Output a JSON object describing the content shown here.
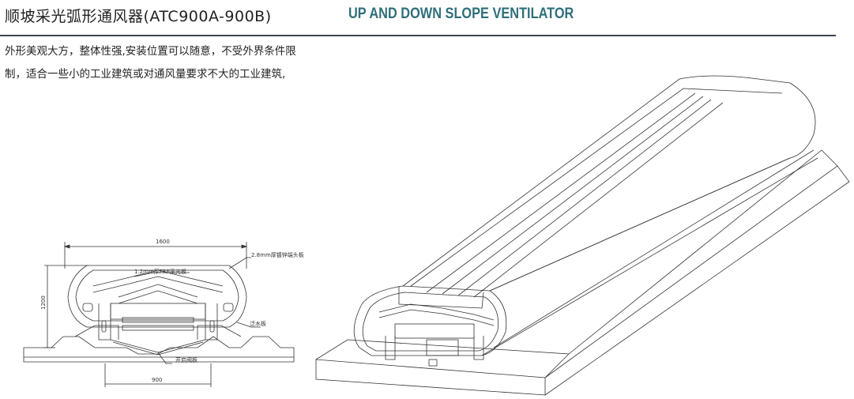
{
  "title": {
    "cn": "顺坡采光弧形通风器(ATC900A-900B)",
    "en": "UP AND DOWN SLOPE VENTILATOR"
  },
  "description": {
    "line1": "外形美观大方，整体性强,安装位置可以随意，不受外界条件限",
    "line2": "制，适合一些小的工业建筑或对通风量要求不大的工业建筑,"
  },
  "drawing": {
    "width_label": "1600",
    "height_label": "1200",
    "base_label": "900",
    "callout_frp": "1.2mm厚FRP采光板",
    "callout_end": "2.8mm厚镀锌端头板",
    "callout_flashing": "泛水板",
    "callout_damper": "开启阀板"
  },
  "colors": {
    "title_en": "#2f6f7a",
    "rule": "#3d4450",
    "line_art": "#333333"
  }
}
